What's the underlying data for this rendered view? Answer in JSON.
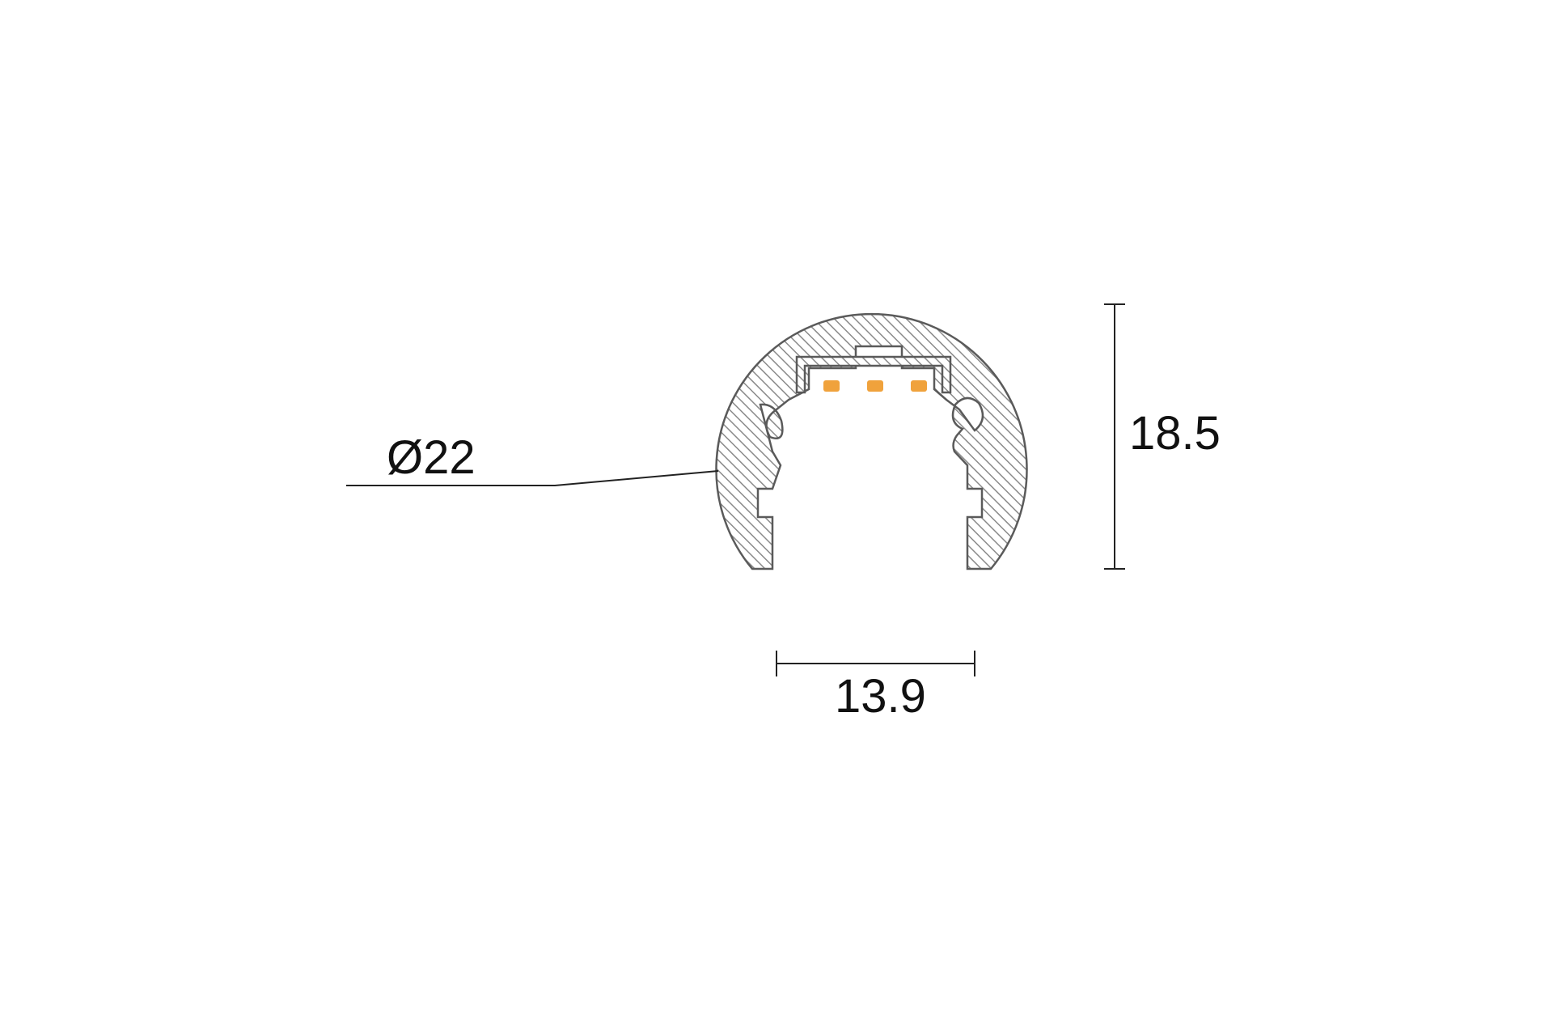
{
  "drawing": {
    "diameter_label": "Ø22",
    "height_label": "18.5",
    "width_label": "13.9"
  },
  "colors": {
    "background": "#ffffff",
    "hatch": "#8a8a8a",
    "led": "#f0a23c",
    "line": "#222222"
  },
  "led_count": 3
}
